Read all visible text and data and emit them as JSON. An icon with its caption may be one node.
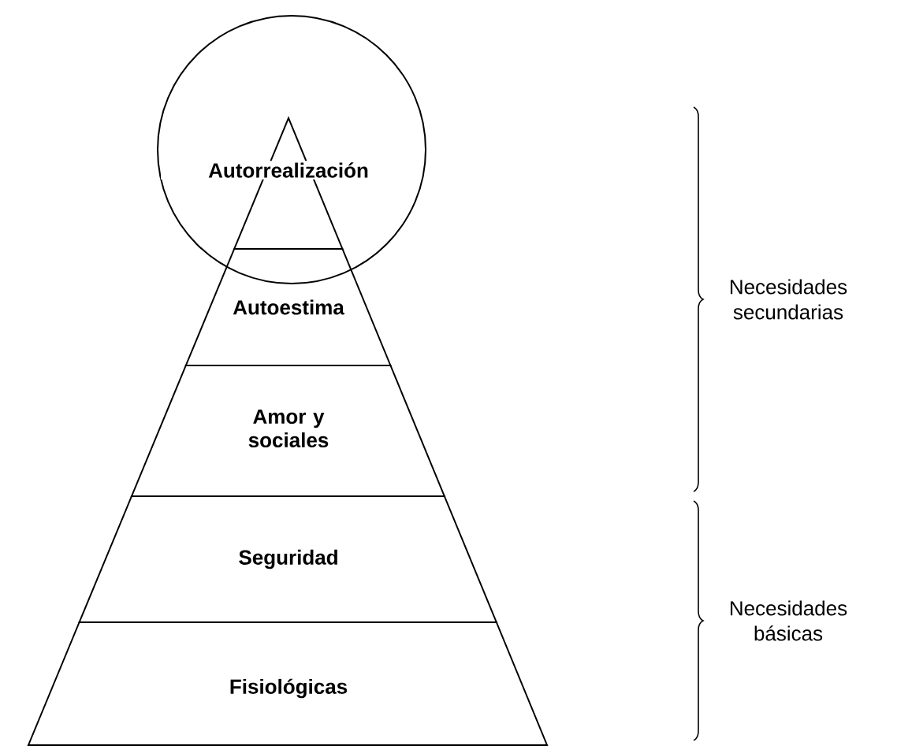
{
  "diagram": {
    "nodes": [
      {
        "text": [
          "Autorrealización"
        ]
      },
      {
        "text": [
          "Autoestima"
        ]
      },
      {
        "text": [
          "Amor y sociales"
        ]
      },
      {
        "text": [
          "Seguridad"
        ]
      },
      {
        "text": [
          "Fisiológicas"
        ]
      }
    ],
    "labels": [
      "Necesidades secundarias",
      "Necesidades básicas"
    ]
  }
}
